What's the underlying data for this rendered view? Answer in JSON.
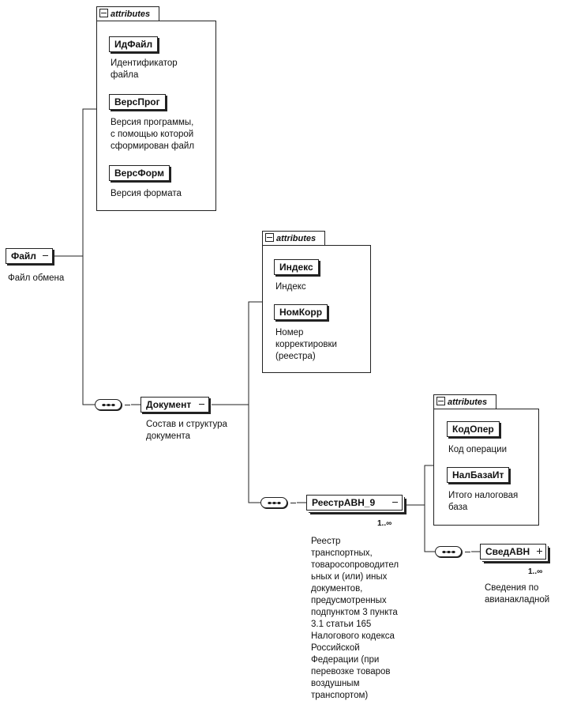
{
  "root": {
    "name": "Файл",
    "desc": [
      "Файл обмена"
    ]
  },
  "file_attributes": {
    "title": "attributes",
    "items": [
      {
        "name": "ИдФайл",
        "desc": [
          "Идентификатор",
          "файла"
        ]
      },
      {
        "name": "ВерсПрог",
        "desc": [
          "Версия программы,",
          "с помощью которой",
          "сформирован файл"
        ]
      },
      {
        "name": "ВерсФорм",
        "desc": [
          "Версия формата"
        ]
      }
    ]
  },
  "document": {
    "name": "Документ",
    "desc": [
      "Состав и структура",
      "документа"
    ]
  },
  "document_attributes": {
    "title": "attributes",
    "items": [
      {
        "name": "Индекс",
        "desc": [
          "Индекс"
        ]
      },
      {
        "name": "НомКорр",
        "desc": [
          "Номер",
          "корректировки",
          "(реестра)"
        ]
      }
    ]
  },
  "registry": {
    "name": "РеестрАВН_9",
    "multiplicity": "1..∞",
    "desc": [
      "Реестр",
      "транспортных,",
      "товаросопроводител",
      "ьных и (или) иных",
      "документов,",
      "предусмотренных",
      "подпунктом 3 пункта",
      "3.1 статьи 165",
      "Налогового кодекса",
      "Российской",
      "Федерации (при",
      "перевозке товаров",
      "воздушным",
      "транспортом)"
    ]
  },
  "registry_attributes": {
    "title": "attributes",
    "items": [
      {
        "name": "КодОпер",
        "desc": [
          "Код операции"
        ]
      },
      {
        "name": "НалБазаИт",
        "desc": [
          "Итого налоговая",
          "база"
        ]
      }
    ]
  },
  "sved": {
    "name": "СведАВН",
    "multiplicity": "1..∞",
    "desc": [
      "Сведения по",
      "авианакладной"
    ]
  }
}
